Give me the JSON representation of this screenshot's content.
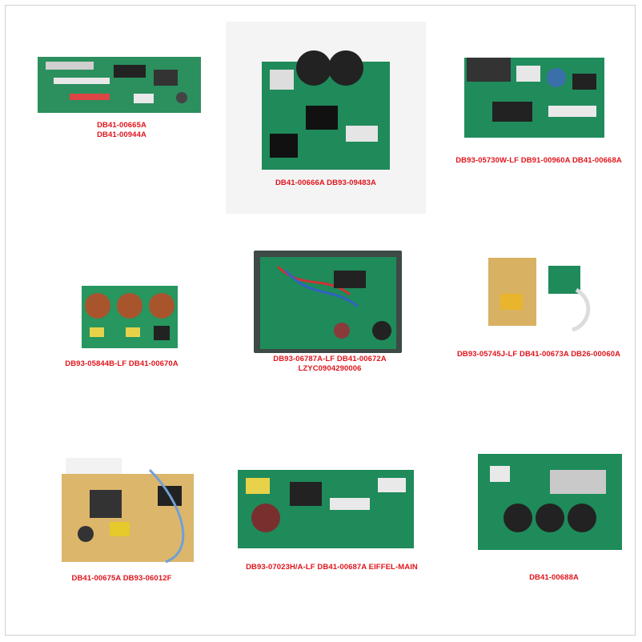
{
  "colors": {
    "label": "#e0141c",
    "pcb_green": "#1f8a5a",
    "pcb_tan": "#d9b66c"
  },
  "products": [
    {
      "id": "p1",
      "lines": [
        "DB41-00665A",
        "DB41-00944A"
      ]
    },
    {
      "id": "p2",
      "lines": [
        "DB41-00666A DB93-09483A"
      ]
    },
    {
      "id": "p3",
      "lines": [
        "DB93-05730W-LF DB91-00960A DB41-00668A"
      ]
    },
    {
      "id": "p4",
      "lines": [
        "DB93-05844B-LF DB41-00670A"
      ]
    },
    {
      "id": "p5",
      "lines": [
        "DB93-06787A-LF DB41-00672A",
        "LZYC0904290006"
      ]
    },
    {
      "id": "p6",
      "lines": [
        "DB93-05745J-LF DB41-00673A DB26-00060A"
      ]
    },
    {
      "id": "p7",
      "lines": [
        "DB41-00675A DB93-06012F"
      ]
    },
    {
      "id": "p8",
      "lines": [
        "DB93-07023H/A-LF DB41-00687A EIFFEL-MAIN"
      ]
    },
    {
      "id": "p9",
      "lines": [
        "DB41-00688A"
      ]
    }
  ]
}
